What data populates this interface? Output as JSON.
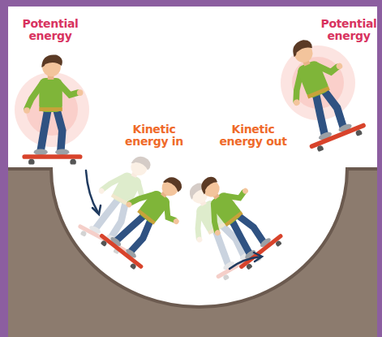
{
  "diagram": {
    "labels": [
      "Potential energy",
      "Kinetic energy in",
      "Kinetic energy out",
      "Potential energy"
    ]
  }
}
